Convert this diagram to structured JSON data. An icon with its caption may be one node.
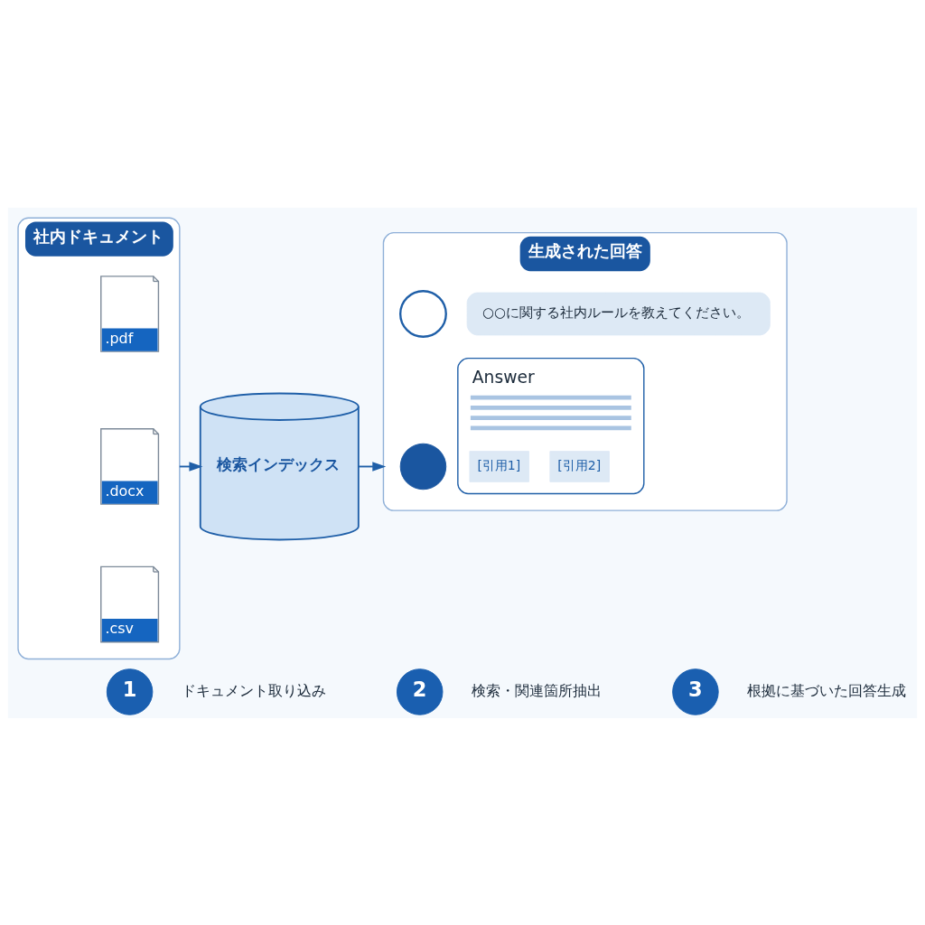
{
  "diagram": {
    "nodes": [
      {
        "text": [
          "社内ドキュメント"
        ]
      },
      {
        "text": [
          ".pdf"
        ],
        "in": 0
      },
      {
        "text": [
          ".docx"
        ],
        "in": 0
      },
      {
        "text": [
          ".csv"
        ],
        "in": 0
      },
      {
        "text": [
          "検索インデックス"
        ]
      },
      {
        "text": [
          "生成された回答"
        ]
      },
      {
        "text": [],
        "shape": "person",
        "in": 5
      },
      {
        "text": [
          "○○に関する社内ルールを教えてください。"
        ],
        "in": 5
      },
      {
        "text": [],
        "shape": "circle",
        "in": 5
      },
      {
        "text": [
          "Answer"
        ],
        "in": 5
      },
      {
        "text": [
          "[引用1]"
        ],
        "in": 9
      },
      {
        "text": [
          "[引用2]"
        ],
        "in": 9
      },
      {
        "text": [
          "1"
        ],
        "beside": [
          "ドキュメント取り込み"
        ]
      },
      {
        "text": [
          "2"
        ],
        "beside": [
          "検索・関連箇所抽出"
        ]
      },
      {
        "text": [
          "3"
        ],
        "beside": [
          "根拠に基づいた回答生成"
        ]
      }
    ],
    "edges": [
      {
        "from": 0,
        "to": 4,
        "arrow": "to"
      },
      {
        "from": 4,
        "to": 5,
        "arrow": "to"
      }
    ]
  }
}
